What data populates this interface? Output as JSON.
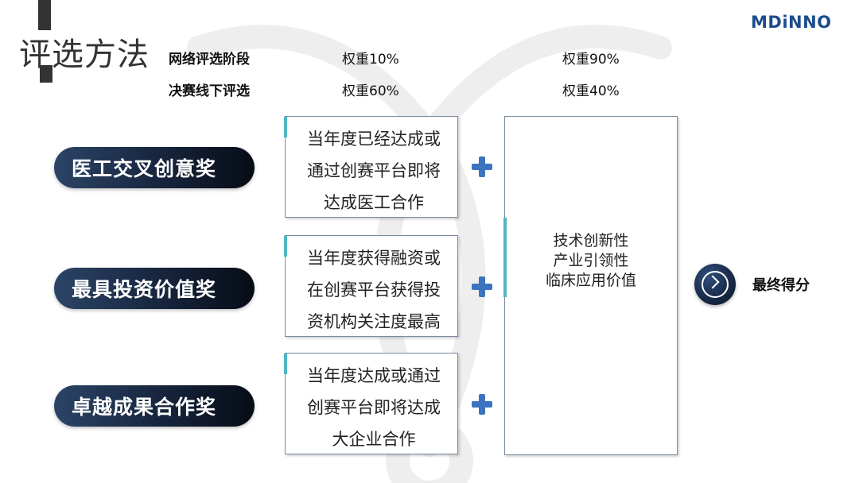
{
  "page": {
    "title": "评选方法",
    "logo": "MDiNNO"
  },
  "weights": {
    "online": {
      "label": "网络评选阶段",
      "w1": "权重10%",
      "w2": "权重90%"
    },
    "final": {
      "label": "决赛线下评选",
      "w1": "权重60%",
      "w2": "权重40%"
    }
  },
  "awards": [
    {
      "name": "医工交叉创意奖",
      "criteria": [
        "当年度已经达成或",
        "通过创赛平台即将",
        "达成医工合作"
      ]
    },
    {
      "name": "最具投资价值奖",
      "criteria": [
        "当年度获得融资或",
        "在创赛平台获得投",
        "资机构关注度最高"
      ]
    },
    {
      "name": "卓越成果合作奖",
      "criteria": [
        "当年度达成或通过",
        "创赛平台即将达成",
        "大企业合作"
      ]
    }
  ],
  "merits": [
    "技术创新性",
    "产业引领性",
    "临床应用价值"
  ],
  "result": {
    "label": "最终得分"
  },
  "colors": {
    "accent_teal": "#4db7c4",
    "plus_blue": "#3c73c0",
    "pill_dark": "#16243c",
    "logo_blue": "#1b4d8c"
  }
}
